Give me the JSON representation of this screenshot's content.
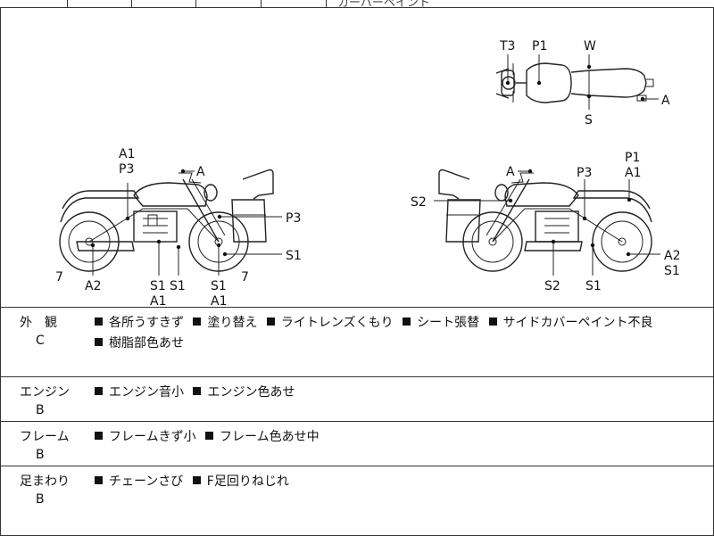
{
  "header": {
    "cut_text": "カーバーペイント"
  },
  "diagram": {
    "top_view": {
      "labels": [
        "T3",
        "P1",
        "W",
        "A",
        "S"
      ]
    },
    "left_view": {
      "labels": [
        "A1",
        "P3",
        "A",
        "P3",
        "S1",
        "7",
        "A2",
        "S1",
        "S1",
        "A1",
        "S1",
        "A1",
        "7"
      ]
    },
    "right_view": {
      "labels": [
        "P1",
        "A1",
        "A",
        "P3",
        "S2",
        "A2",
        "S1",
        "S2",
        "S1"
      ]
    }
  },
  "sections": [
    {
      "title": "外　観",
      "grade": "C",
      "items": [
        "各所うすきず",
        "塗り替え",
        "ライトレンズくもり",
        "シート張替",
        "サイドカバーペイント不良",
        "樹脂部色あせ"
      ]
    },
    {
      "title": "エンジン",
      "grade": "B",
      "items": [
        "エンジン音小",
        "エンジン色あせ"
      ]
    },
    {
      "title": "フレーム",
      "grade": "B",
      "items": [
        "フレームきず小",
        "フレーム色あせ中"
      ]
    },
    {
      "title": "足まわり",
      "grade": "B",
      "items": [
        "チェーンさび",
        "F足回りねじれ"
      ]
    }
  ]
}
